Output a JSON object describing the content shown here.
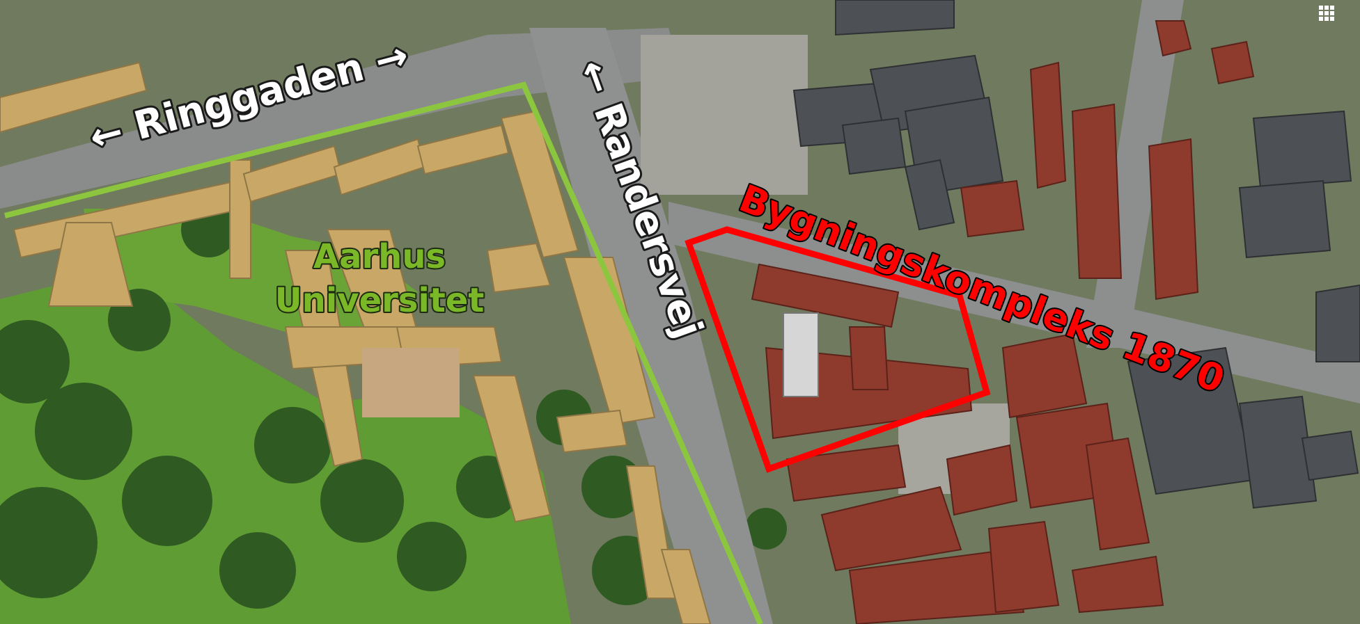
{
  "map": {
    "labels": {
      "ringgaden": "← Ringgaden →",
      "randersvej": "← Randersvej",
      "university_line1": "Aarhus",
      "university_line2": "Universitet",
      "building_complex": "Bygningskompleks 1870"
    },
    "colors": {
      "university_boundary": "#8cc63f",
      "building_boundary": "#ff0000",
      "road_label_fill": "#ffffff",
      "university_label_fill": "#7ab828",
      "building_label_fill": "#ff0000",
      "park_grass": "#5f9c33",
      "road": "#8a8c8c",
      "brick_roof": "#8e3a2c",
      "yellow_brick_roof": "#c9a867"
    },
    "icons": {
      "top_right": "grid-menu-icon"
    }
  }
}
